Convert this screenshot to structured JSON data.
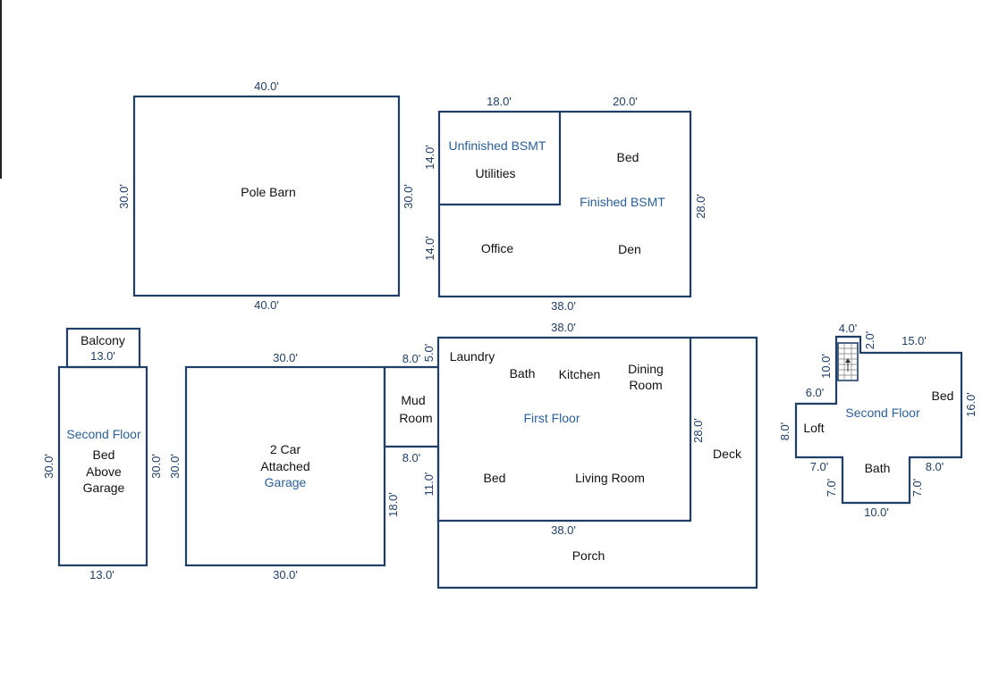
{
  "colors": {
    "walls": "#1f3f66",
    "room_text": "#111111",
    "floor_text": "#2a5f9a",
    "background": "#ffffff"
  },
  "pole_barn": {
    "name": "Pole Barn",
    "dim_top": "40.0'",
    "dim_bottom": "40.0'",
    "dim_left": "30.0'",
    "dim_right": "30.0'"
  },
  "basement": {
    "dim_top_left": "18.0'",
    "dim_top_right": "20.0'",
    "dim_bottom": "38.0'",
    "dim_left_upper": "14.0'",
    "dim_left_lower": "14.0'",
    "dim_right": "28.0'",
    "unfinished_label": "Unfinished BSMT",
    "utilities": "Utilities",
    "bed": "Bed",
    "finished_label": "Finished BSMT",
    "office": "Office",
    "den": "Den"
  },
  "garage_upper": {
    "balcony": "Balcony",
    "balcony_dim": "13.0'",
    "floor_label": "Second Floor",
    "room_line1": "Bed",
    "room_line2": "Above",
    "room_line3": "Garage",
    "dim_left": "30.0'",
    "dim_right": "30.0'",
    "dim_bottom": "13.0'"
  },
  "garage": {
    "line1": "2 Car",
    "line2": "Attached",
    "line3": "Garage",
    "dim_top": "30.0'",
    "dim_bottom": "30.0'",
    "dim_left": "30.0'",
    "dim_right": "18.0'"
  },
  "first_floor": {
    "dim_top": "38.0'",
    "dim_top_small": "8.0'",
    "dim_top_small_v": "5.0'",
    "dim_mid_small": "8.0'",
    "dim_mid_v": "11.0'",
    "dim_right": "28.0'",
    "dim_bottom": "38.0'",
    "mud_room_line1": "Mud",
    "mud_room_line2": "Room",
    "laundry": "Laundry",
    "bath": "Bath",
    "kitchen": "Kitchen",
    "dining_line1": "Dining",
    "dining_line2": "Room",
    "floor_label": "First Floor",
    "bed": "Bed",
    "living_room": "Living Room",
    "deck": "Deck",
    "porch": "Porch"
  },
  "second_floor": {
    "dim_stair_w": "4.0'",
    "dim_stair_top": "2.0'",
    "dim_stair_h": "10.0'",
    "dim_top": "15.0'",
    "dim_left_step": "6.0'",
    "dim_left": "8.0'",
    "dim_right": "16.0'",
    "dim_bottom_left": "7.0'",
    "dim_bottom_right": "8.0'",
    "dim_bath_left": "7.0'",
    "dim_bath_right": "7.0'",
    "dim_bath_bottom": "10.0'",
    "floor_label": "Second Floor",
    "bed": "Bed",
    "loft": "Loft",
    "bath": "Bath"
  }
}
